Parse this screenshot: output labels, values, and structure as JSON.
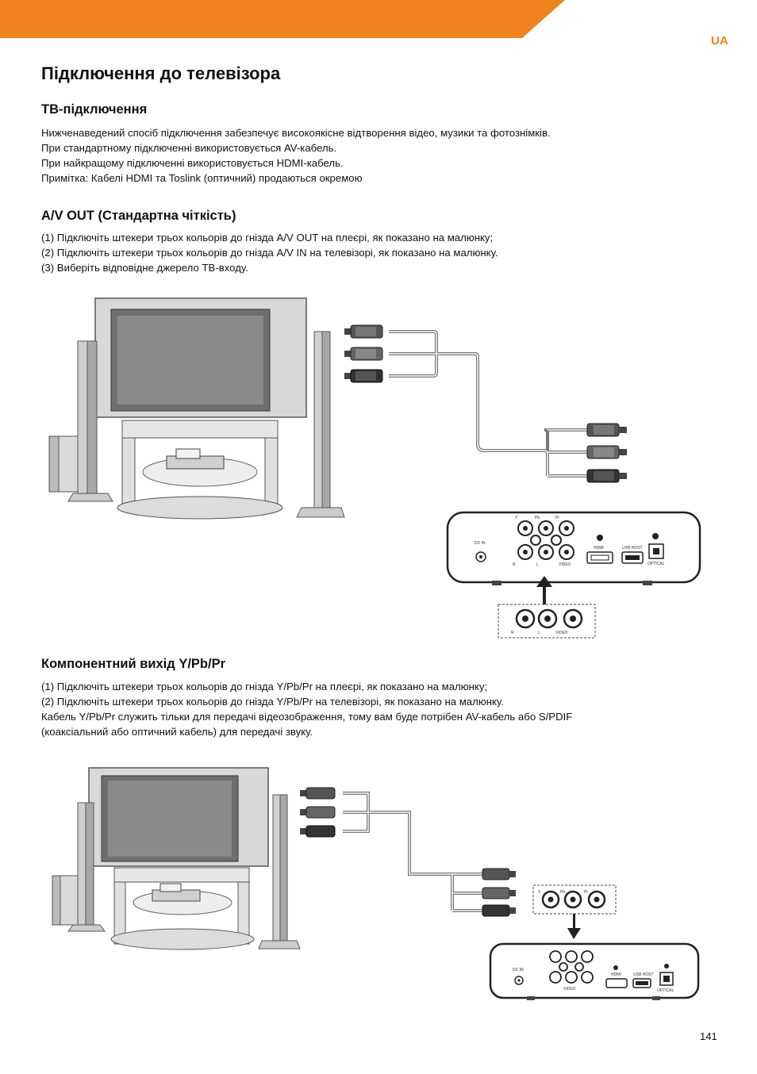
{
  "header": {
    "lang": "UA",
    "accent": "#f0821e"
  },
  "title": "Підключення до телевізора",
  "tv_connection": {
    "heading": "ТВ-підключення",
    "lines": [
      "Нижченаведений спосіб підключення забезпечує високоякісне відтворення відео, музики та фотознімків.",
      "При стандартному підключенні використовується AV-кабель.",
      "При найкращому підключенні використовується HDMI-кабель.",
      "Примітка: Кабелі HDMI та Toslink (оптичний) продаються окремою"
    ]
  },
  "av_out": {
    "heading": "A/V OUT (Стандартна чіткість)",
    "lines": [
      "(1) Підключіть штекери трьох кольорів до гнізда A/V OUT на плеєрі, як показано на малюнку;",
      "(2) Підключіть штекери трьох кольорів до гнізда A/V IN на телевізорі, як показано на малюнку.",
      "(3) Виберіть відповідне джерело ТВ-входу."
    ]
  },
  "component": {
    "heading": "Компонентний вихід Y/Pb/Pr",
    "lines": [
      "(1) Підключіть штекери трьох кольорів до гнізда Y/Pb/Pr на плеєрі, як показано на малюнку;",
      "(2) Підключіть штекери трьох кольорів до гнізда Y/Pb/Pr на телевізорі, як показано на малюнку.",
      "Кабель Y/Pb/Pr служить тільки для передачі відеозображення, тому вам буде потрібен AV-кабель або S/PDIF",
      "(коаксіальний або оптичний кабель) для передачі звуку."
    ]
  },
  "device_labels": {
    "dc_in": "DC IN",
    "hdmi": "HDMI",
    "usb_host": "USB HOST",
    "optical": "OPTICAL",
    "video": "VIDEO",
    "r": "R",
    "l": "L",
    "y": "Y",
    "pb": "Pb",
    "pr": "Pr"
  },
  "page_number": "141"
}
